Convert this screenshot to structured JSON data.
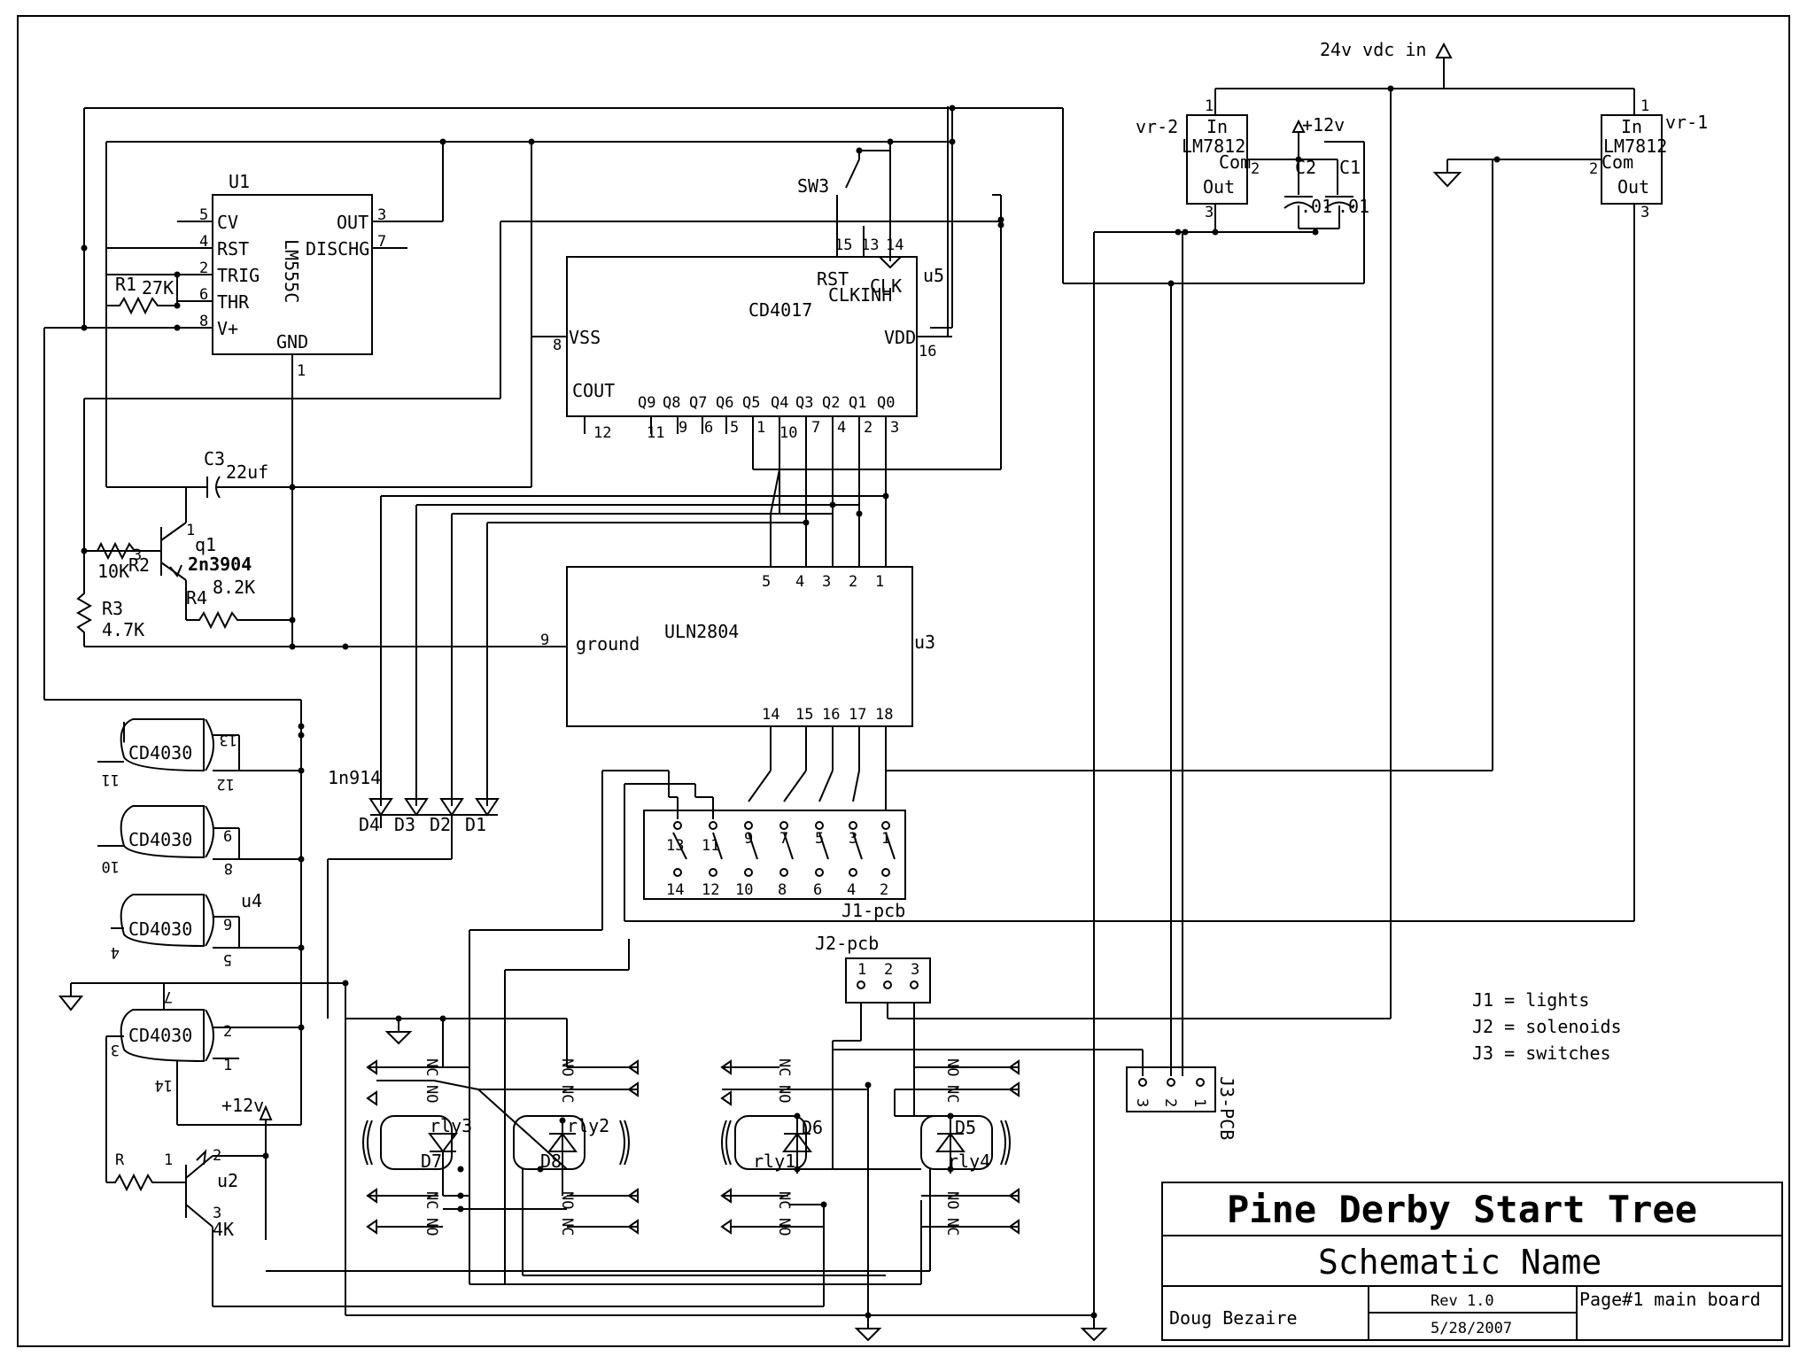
{
  "supply": {
    "input_label": "24v vdc in",
    "v12_label": "+12v",
    "v12_label_2": "+12v"
  },
  "regulators": [
    {
      "ref": "vr-2",
      "part": "LM7812",
      "in": "In",
      "com": "Com",
      "out": "Out",
      "pin1": "1",
      "pin2": "2",
      "pin3": "3"
    },
    {
      "ref": "vr-1",
      "part": "LM7812",
      "in": "In",
      "com": "Com",
      "out": "Out",
      "pin1": "1",
      "pin2": "2",
      "pin3": "3"
    }
  ],
  "capacitors": [
    {
      "ref": "C2",
      "value": ".01"
    },
    {
      "ref": "C1",
      "value": ".01"
    },
    {
      "ref": "C3",
      "value": "22uf"
    }
  ],
  "u1": {
    "ref": "U1",
    "part": "LM555C",
    "pins": [
      {
        "num": "5",
        "name": "CV"
      },
      {
        "num": "4",
        "name": "RST"
      },
      {
        "num": "2",
        "name": "TRIG"
      },
      {
        "num": "6",
        "name": "THR"
      },
      {
        "num": "8",
        "name": "V+"
      },
      {
        "num": "3",
        "name": "OUT"
      },
      {
        "num": "7",
        "name": "DISCHG"
      },
      {
        "num": "1",
        "name": "GND"
      }
    ]
  },
  "u5": {
    "ref": "u5",
    "part": "CD4017",
    "top_pins": [
      "15",
      "13",
      "14"
    ],
    "rst": "RST",
    "clk": "CLK",
    "clkinh": "CLKINH",
    "vss": "VSS",
    "vss_pin": "8",
    "vdd": "VDD",
    "vdd_pin": "16",
    "cout": "COUT",
    "q_labels": [
      "Q9",
      "Q8",
      "Q7",
      "Q6",
      "Q5",
      "Q4",
      "Q3",
      "Q2",
      "Q1",
      "Q0"
    ],
    "bottom_pins": [
      "12",
      "11",
      "9",
      "6",
      "5",
      "1",
      "10",
      "7",
      "4",
      "2",
      "3"
    ]
  },
  "u3": {
    "ref": "u3",
    "part": "ULN2804",
    "ground": "ground",
    "ground_pin": "9",
    "top_pins": [
      "5",
      "4",
      "3",
      "2",
      "1"
    ],
    "bottom_pins": [
      "14",
      "15",
      "16",
      "17",
      "18"
    ]
  },
  "switch": {
    "ref": "SW3"
  },
  "resistors": [
    {
      "ref": "R1",
      "value": "27K"
    },
    {
      "ref": "R2",
      "value": "10K"
    },
    {
      "ref": "R3",
      "value": "4.7K"
    },
    {
      "ref": "R4",
      "value": "8.2K"
    },
    {
      "ref": "",
      "value": "4K"
    }
  ],
  "transistors": [
    {
      "ref": "q1",
      "part": "2n3904",
      "pins": [
        "1",
        "3"
      ]
    },
    {
      "ref": "u2",
      "part": "",
      "pins": [
        "1",
        "2",
        "3"
      ]
    }
  ],
  "xor_gates": [
    {
      "part": "CD4030",
      "in1": "13",
      "in2": "12",
      "out": "11"
    },
    {
      "part": "CD4030",
      "in1": "6",
      "in2": "8",
      "out": "10"
    },
    {
      "part": "CD4030",
      "in1": "9",
      "in2": "5",
      "out": "4",
      "ref": "u4"
    },
    {
      "part": "CD4030",
      "in1": "2",
      "in2": "1",
      "out": "3",
      "vdd": "14",
      "vss": "7"
    }
  ],
  "diodes": {
    "group_label": "1n914",
    "row": [
      "D4",
      "D3",
      "D2",
      "D1"
    ],
    "relay": [
      "D7",
      "D8",
      "D6",
      "D5"
    ]
  },
  "relays": [
    {
      "ref": "rly3"
    },
    {
      "ref": "rly2"
    },
    {
      "ref": "rly1"
    },
    {
      "ref": "rly4"
    }
  ],
  "contacts": {
    "nc": "NC",
    "no": "NO"
  },
  "connectors": {
    "j1": {
      "ref": "J1-pcb",
      "top_row": [
        "13",
        "11",
        "9",
        "7",
        "5",
        "3",
        "1"
      ],
      "bottom_row": [
        "14",
        "12",
        "10",
        "8",
        "6",
        "4",
        "2"
      ]
    },
    "j2": {
      "ref": "J2-pcb",
      "pins": [
        "1",
        "2",
        "3"
      ]
    },
    "j3": {
      "ref": "J3-PCB",
      "pins": [
        "3",
        "2",
        "1"
      ]
    }
  },
  "legend": [
    "J1 = lights",
    "J2 = solenoids",
    "J3 = switches"
  ],
  "title_block": {
    "title": "Pine Derby Start Tree",
    "subtitle": "Schematic Name",
    "author": "Doug Bezaire",
    "rev": "Rev 1.0",
    "date": "5/28/2007",
    "page": "Page#1 main board"
  }
}
